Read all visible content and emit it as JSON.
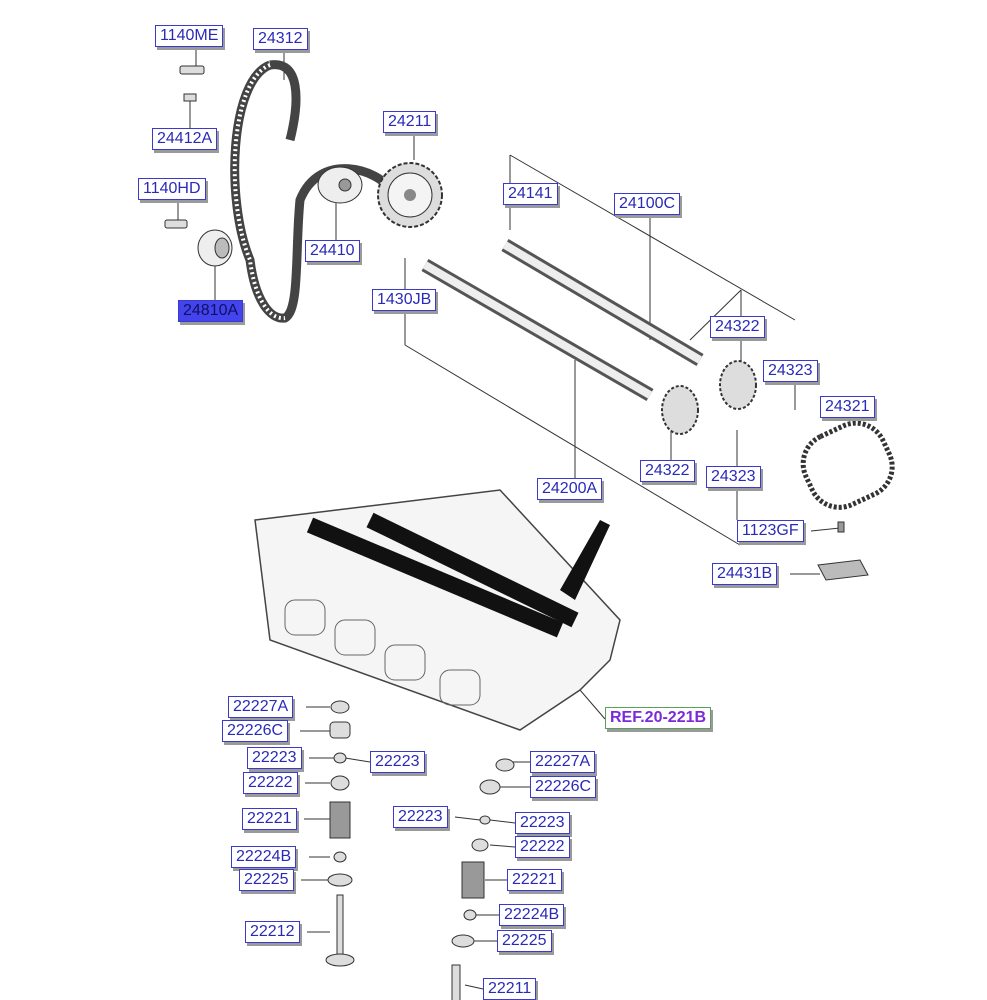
{
  "diagram": {
    "highlighted_part": "24810A",
    "labels": {
      "l1140ME": "1140ME",
      "l24312": "24312",
      "l24412A": "24412A",
      "l24211": "24211",
      "l1140HD": "1140HD",
      "l24141": "24141",
      "l24100C": "24100C",
      "l24410": "24410",
      "l1430JB": "1430JB",
      "l24810A": "24810A",
      "l24322a": "24322",
      "l24323a": "24323",
      "l24321": "24321",
      "l24200A": "24200A",
      "l24322b": "24322",
      "l24323b": "24323",
      "l1123GF": "1123GF",
      "l24431B": "24431B",
      "ref": "REF.20-221B",
      "l22227Aa": "22227A",
      "l22226Ca": "22226C",
      "l22223a": "22223",
      "l22223b": "22223",
      "l22222a": "22222",
      "l22221a": "22221",
      "l22224Ba": "22224B",
      "l22225a": "22225",
      "l22212": "22212",
      "l22227Ab": "22227A",
      "l22226Cb": "22226C",
      "l22223c": "22223",
      "l22223d": "22223",
      "l22222b": "22222",
      "l22221b": "22221",
      "l22224Bb": "22224B",
      "l22225b": "22225",
      "l22211": "22211"
    }
  }
}
